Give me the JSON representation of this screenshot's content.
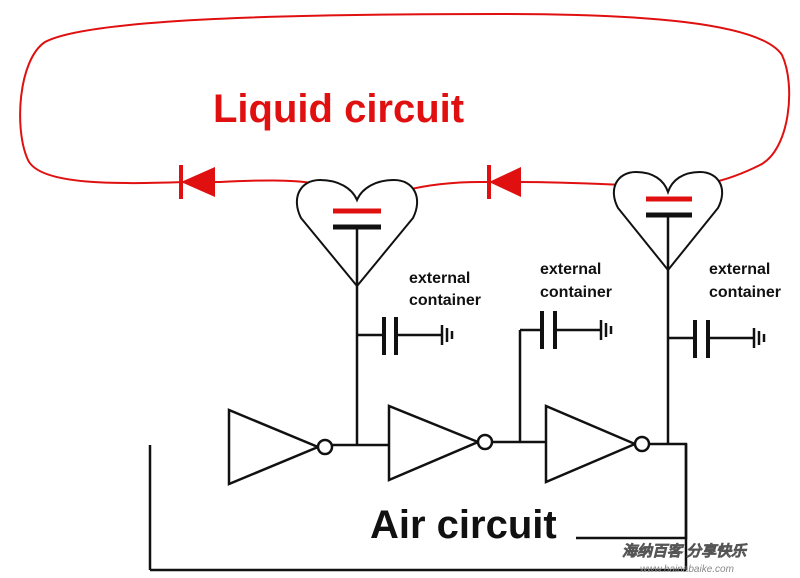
{
  "labels": {
    "liquid_circuit": "Liquid circuit",
    "air_circuit": "Air circuit",
    "external_container_1": [
      "external",
      "container"
    ],
    "external_container_2": [
      "external",
      "container"
    ],
    "external_container_3": [
      "external",
      "container"
    ]
  },
  "watermark": {
    "text": "海纳百客 分享快乐",
    "url": "www.hainabaike.com"
  },
  "colors": {
    "liquid": "#e01010",
    "air": "#111111"
  }
}
